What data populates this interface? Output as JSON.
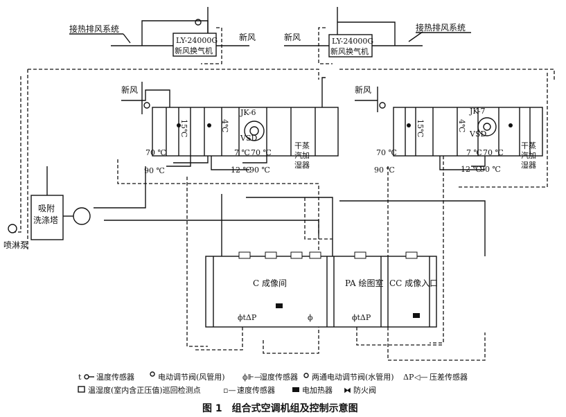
{
  "top": {
    "left_exhaust": "接热排风系统",
    "right_exhaust": "接热排风系统",
    "hrv_model": "LY-24000G",
    "hrv_name": "新风换气机",
    "fresh_air": "新风"
  },
  "ahu_left": {
    "fresh_air": "新风",
    "tag": "JK-6",
    "vsd": "VSD",
    "coil1": "15℃",
    "coil2": "4℃",
    "t70a": "70 ℃",
    "t90a": "90 ℃",
    "t7": "7 ℃",
    "t70b": "70 ℃",
    "t12": "12 ℃",
    "t90b": "90 ℃",
    "humidifier": [
      "干蒸",
      "汽加",
      "湿器"
    ]
  },
  "ahu_right": {
    "fresh_air": "新风",
    "tag": "JK-7",
    "vsd": "VSD",
    "coil1": "15℃",
    "coil2": "4℃",
    "t70a": "70 ℃",
    "t90a": "90 ℃",
    "t7": "7 ℃",
    "t70b": "70 ℃",
    "t12": "12 ℃",
    "t90b": "90 ℃",
    "humidifier": [
      "干蒸",
      "汽加",
      "湿器"
    ]
  },
  "scrubber": {
    "line1": "吸附",
    "line2": "洗涤塔",
    "pump": "喷淋泵"
  },
  "rooms": {
    "c": "C 成像间",
    "pa": "PA 绘图室",
    "cc": "CC 成像入口",
    "sensors_c": "ϕtΔP",
    "sensor_phi": "ϕ",
    "sensors_pa": "ϕtΔP"
  },
  "legend": {
    "temp": "温度传感器",
    "t": "t",
    "damper": "电动调节阀(风管用)",
    "humidity": "湿度传感器",
    "valve": "两通电动调节阀(水管用)",
    "dp": "压差传感器",
    "dp_sym": "ΔP",
    "patrol": "温湿度(室内含正压值)巡回检测点",
    "speed": "速度传感器",
    "heater": "电加热器",
    "fire": "防火阀"
  },
  "caption": "图 1　组合式空调机组及控制示意图"
}
